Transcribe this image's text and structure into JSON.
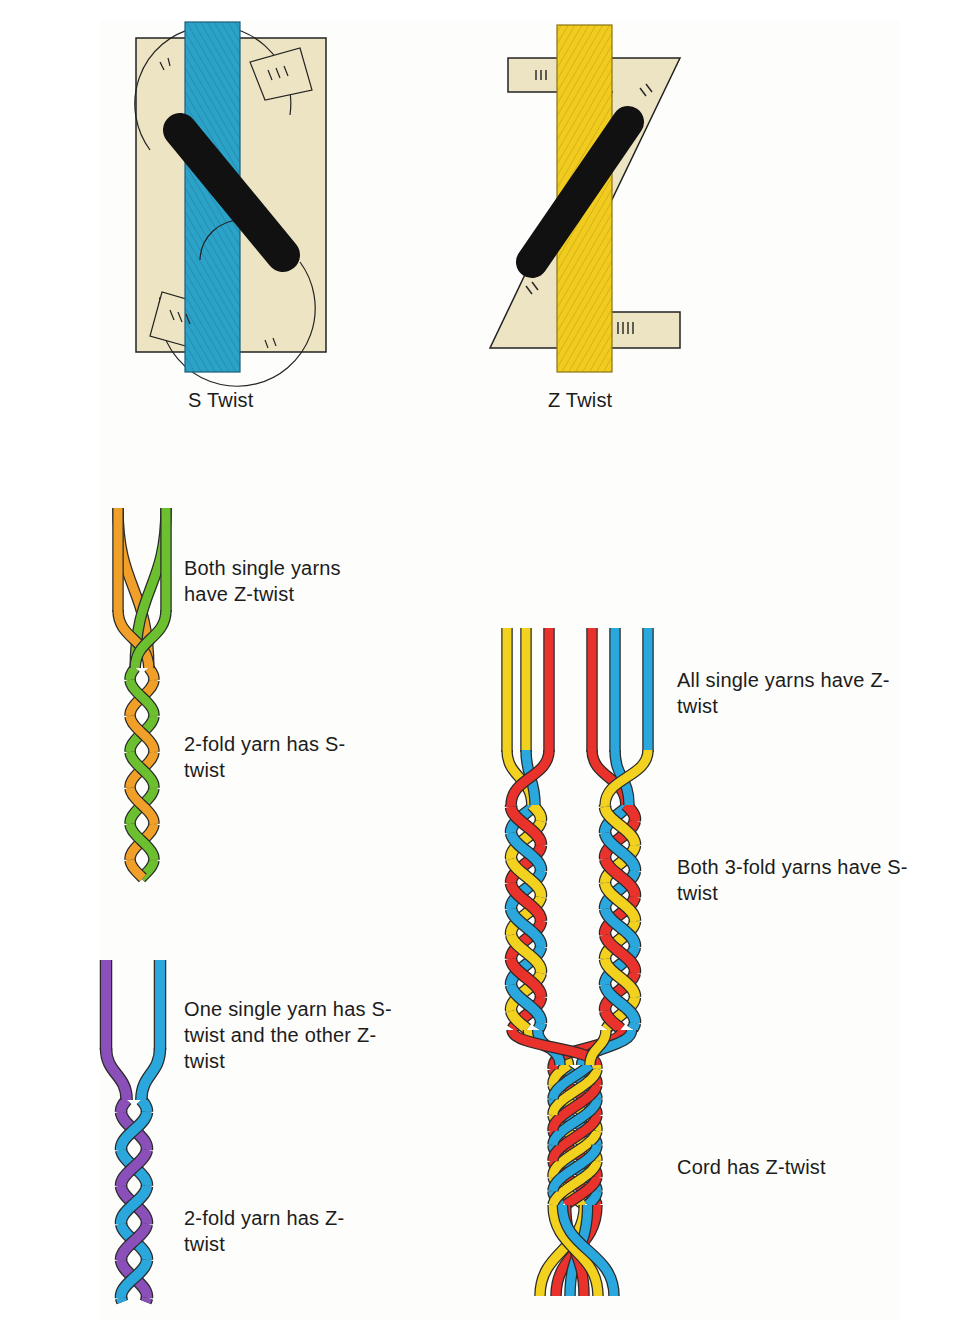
{
  "diagram": {
    "labels": [
      "S Twist",
      "Z Twist",
      "Both single yarns have Z-twist",
      "2-fold yarn has S-twist",
      "One single yarn has S-twist and the other Z-twist",
      "2-fold yarn has Z-twist",
      "All single yarns have Z-twist",
      "Both 3-fold yarns have S-twist",
      "Cord has Z-twist"
    ]
  }
}
